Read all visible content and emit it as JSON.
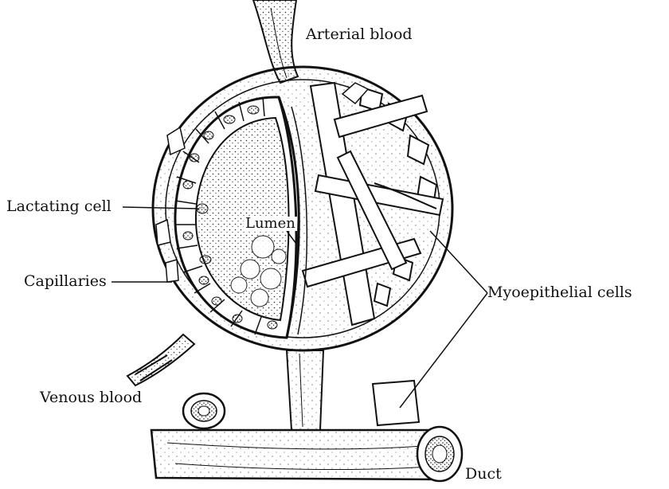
{
  "labels": {
    "arterial": "Arterial blood",
    "lactating": "Lactating cell",
    "lumen": "Lumen",
    "capillaries": "Capillaries",
    "myoepithelial": "Myoepithelial cells",
    "venous": "Venous blood",
    "duct": "Duct"
  },
  "colors": {
    "ink": "#111111",
    "paper": "#ffffff",
    "stipple": "#2a2a2a"
  }
}
